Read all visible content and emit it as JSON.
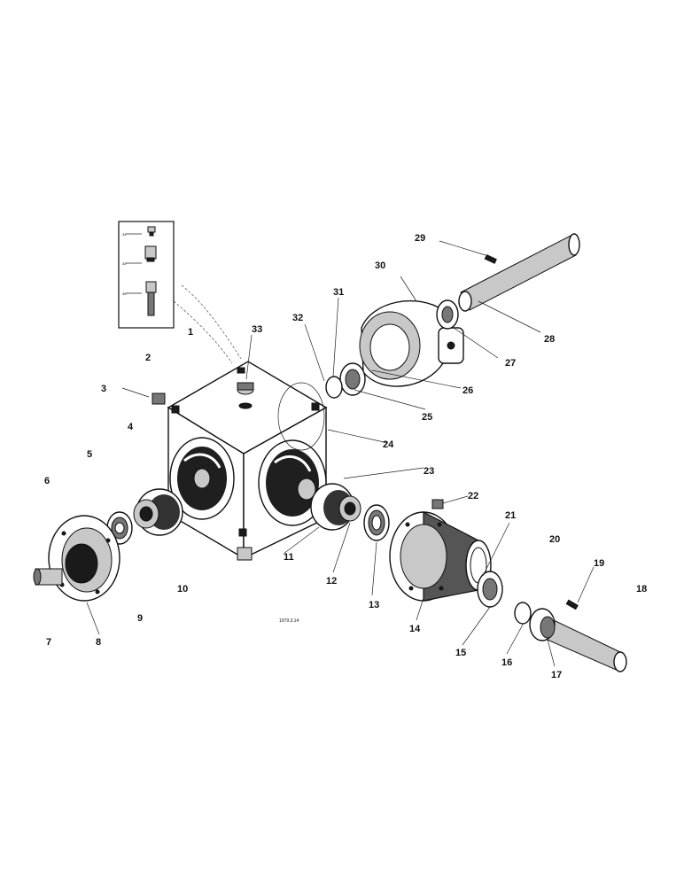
{
  "diagram": {
    "figure_code": "1979.3.14",
    "inset_labels": [
      "34",
      "35",
      "36"
    ],
    "callouts": [
      "1",
      "2",
      "3",
      "4",
      "5",
      "6",
      "7",
      "8",
      "9",
      "10",
      "11",
      "12",
      "13",
      "14",
      "15",
      "16",
      "17",
      "18",
      "19",
      "20",
      "21",
      "22",
      "23",
      "24",
      "25",
      "26",
      "27",
      "28",
      "29",
      "30",
      "31",
      "32",
      "33"
    ]
  }
}
